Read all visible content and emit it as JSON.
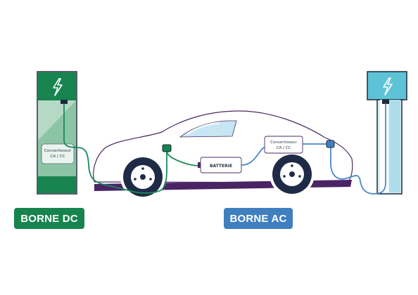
{
  "labels": {
    "borne_dc": "BORNE DC",
    "borne_ac": "BORNE AC",
    "dc_converter_line1": "Convertisseur",
    "dc_converter_line2": "CA / CC",
    "ac_converter_line1": "Convertisseur",
    "ac_converter_line2": "CA / CC",
    "battery": "BATTERIE"
  },
  "icons": {
    "dc_station_icon": "lightning-bolt",
    "ac_station_icon": "lightning-bolt"
  },
  "colors": {
    "dc_green": "#17844f",
    "ac_blue": "#3f7fbf",
    "ac_station_cyan": "#5ec3d7",
    "car_outline": "#4b2a63",
    "car_floor": "#4a2464",
    "wheel_dark": "#1f2b46",
    "wire_green": "#1a8a5a",
    "wire_blue": "#4a86c8"
  }
}
